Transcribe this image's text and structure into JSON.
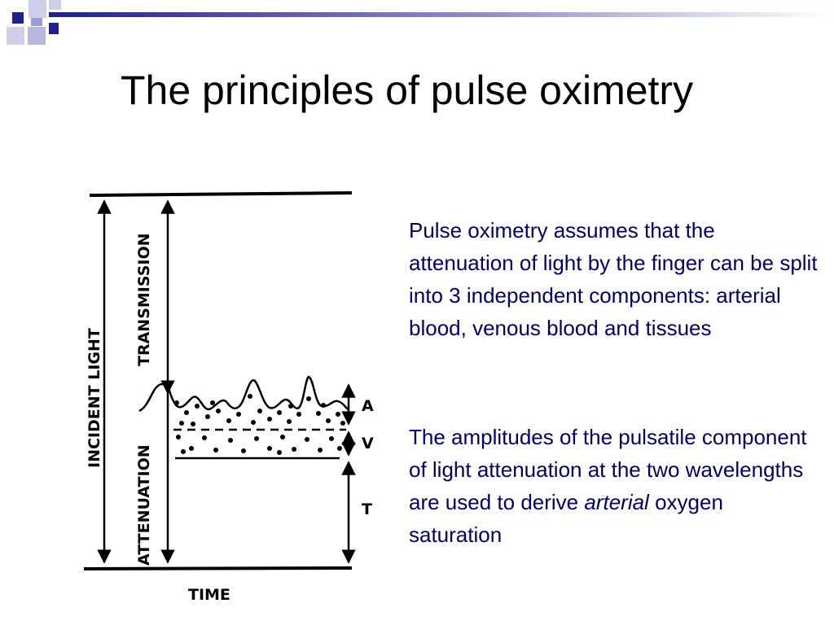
{
  "slide": {
    "title": "The principles of pulse oximetry",
    "colors": {
      "title": "#000000",
      "body": "#000066",
      "accent_dark": "#1F1F8F",
      "accent_light": "#B7B7DF"
    }
  },
  "diagram": {
    "labels": {
      "incident_light": "INCIDENT LIGHT",
      "transmission": "TRANSMISSION",
      "attenuation": "ATTENUATION",
      "time": "TIME",
      "a": "A",
      "v": "V",
      "t": "T"
    }
  },
  "text": {
    "p1": "Pulse oximetry assumes that the attenuation of light by the finger can be split into 3 independent components: arterial blood, venous blood and tissues",
    "p2_before": "The amplitudes of the pulsatile component of light attenuation at the two wavelengths are used to derive ",
    "p2_emphasis": "arterial",
    "p2_after": " oxygen saturation"
  }
}
